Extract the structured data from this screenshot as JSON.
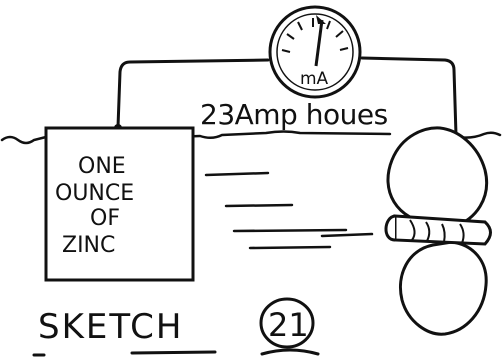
{
  "meter": {
    "unit": "mA"
  },
  "labels": {
    "amp_hours": "23Amp houes",
    "zinc_line1": "ONE",
    "zinc_line2": "OUNCE",
    "zinc_line3": "OF",
    "zinc_line4": "ZINC",
    "sketch": "SKETCH",
    "sketch_number": "21"
  },
  "colors": {
    "ink": "#111111",
    "paper": "#ffffff"
  }
}
